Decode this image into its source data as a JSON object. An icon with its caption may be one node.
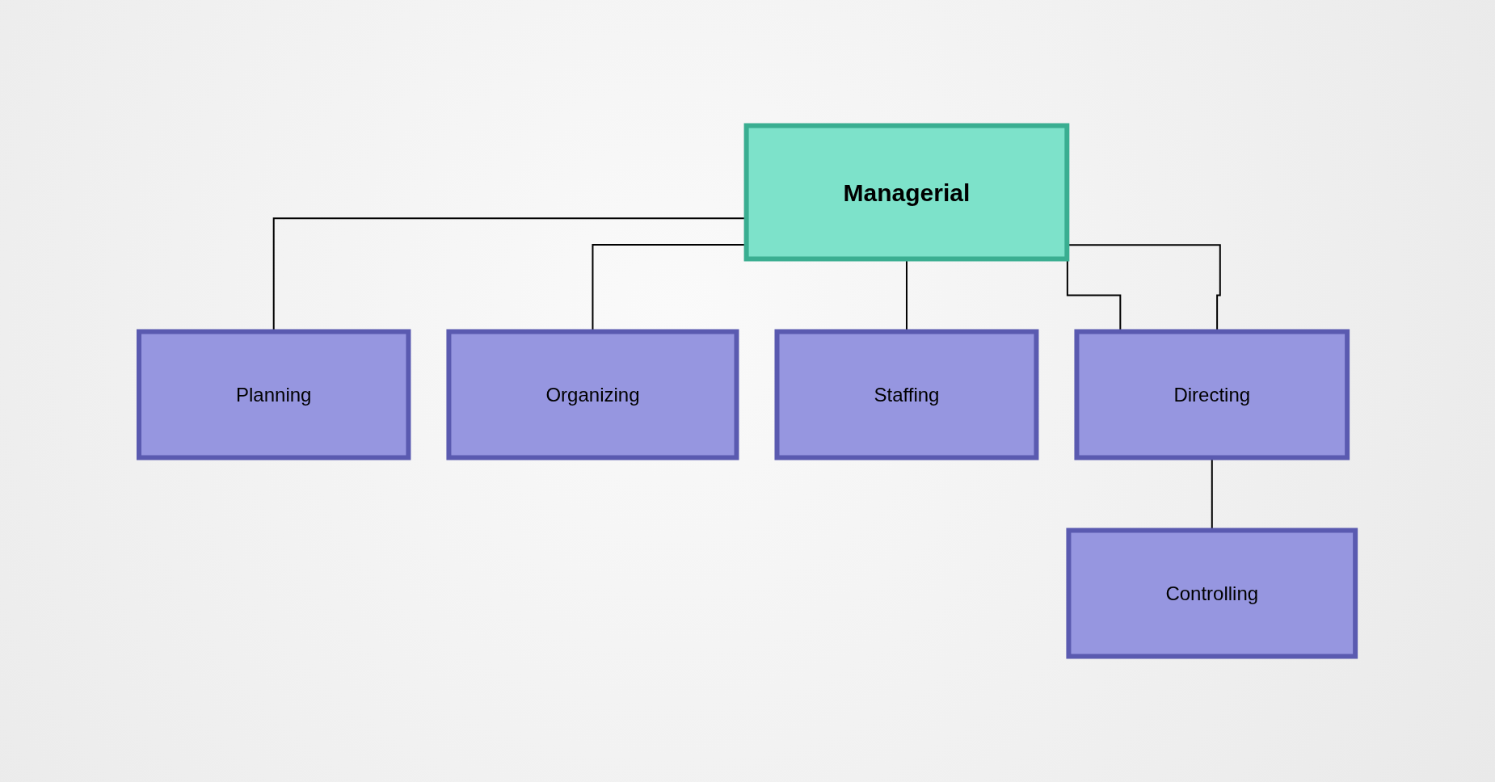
{
  "diagram": {
    "nodes": [
      {
        "text": [
          "Managerial"
        ]
      },
      {
        "text": [
          "Planning"
        ]
      },
      {
        "text": [
          "Organizing"
        ]
      },
      {
        "text": [
          "Staffing"
        ]
      },
      {
        "text": [
          "Directing"
        ]
      },
      {
        "text": [
          "Controlling"
        ]
      }
    ],
    "edges": [
      {
        "from": 0,
        "to": 1,
        "arrow": "none"
      },
      {
        "from": 0,
        "to": 2,
        "arrow": "none"
      },
      {
        "from": 0,
        "to": 3,
        "arrow": "none"
      },
      {
        "from": 0,
        "to": 4,
        "arrow": "none"
      },
      {
        "from": 0,
        "to": 4,
        "arrow": "none"
      },
      {
        "from": 4,
        "to": 5,
        "arrow": "none"
      }
    ]
  }
}
